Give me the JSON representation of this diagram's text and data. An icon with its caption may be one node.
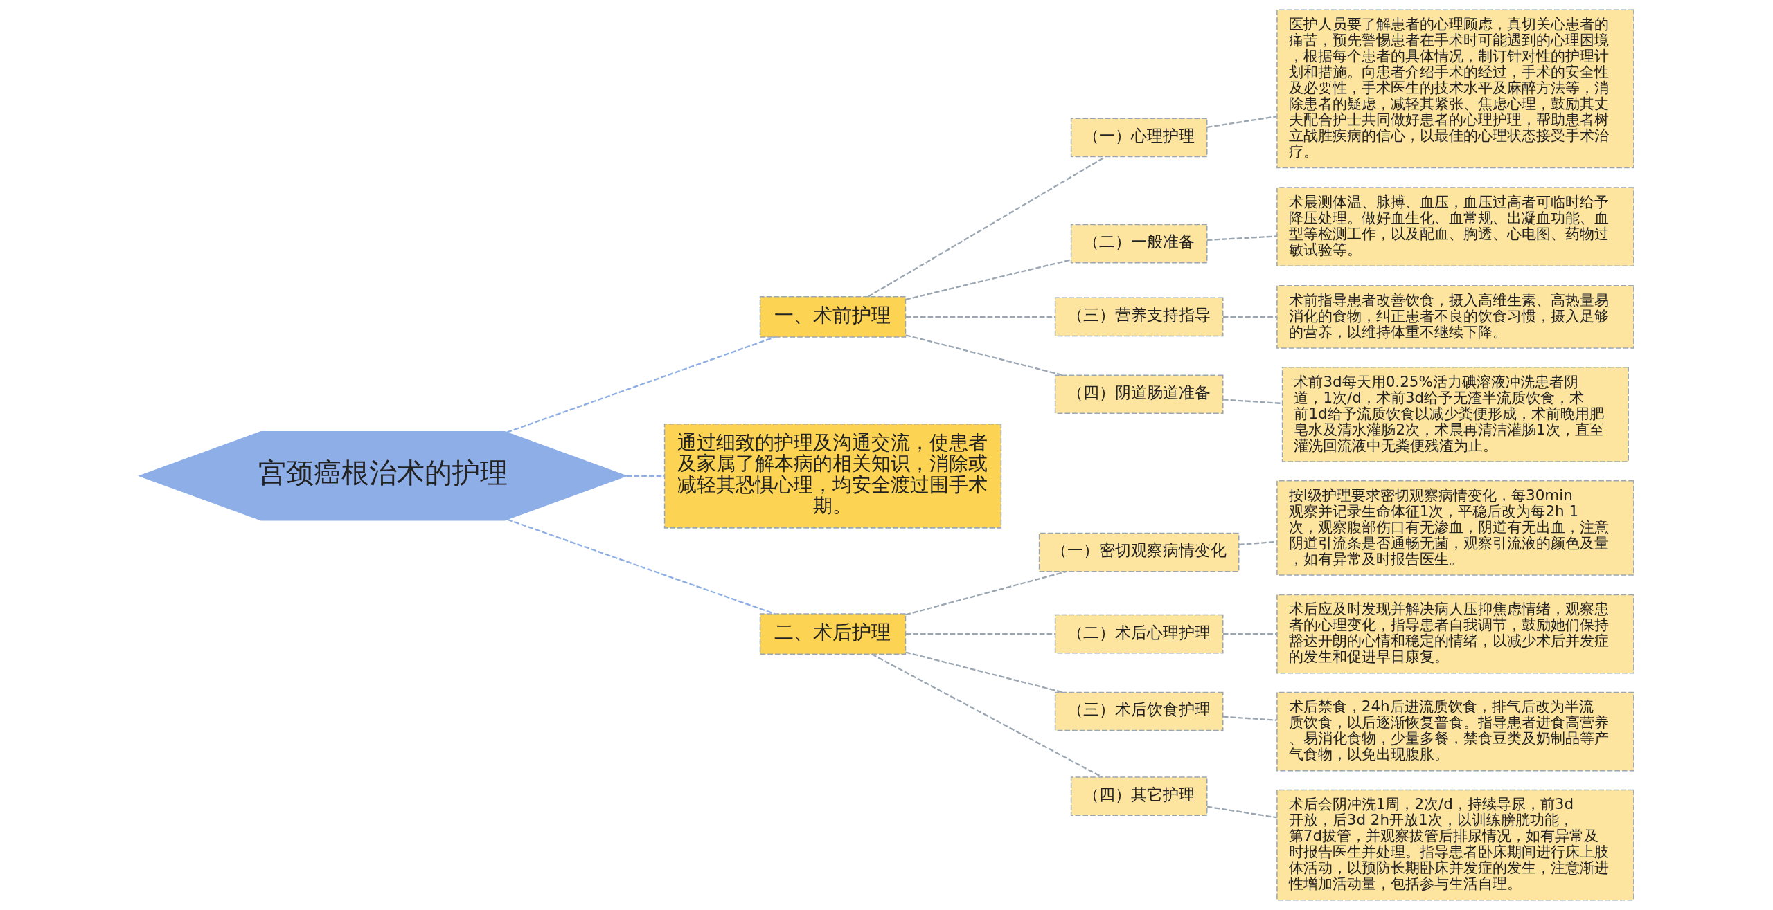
{
  "diagram": {
    "nodes": [
      {
        "text": [
          "宫颈癌根治术的护理"
        ]
      },
      {
        "text": [
          "一、术前护理"
        ]
      },
      {
        "text": [
          "（一）心理护理"
        ]
      },
      {
        "text": [
          "医护人员要了解患者的心理顾虑，真切关心患者的痛苦，预先警惕患者在手术时可能遇到的心理困境，根据每个患者的具体情况，制订针对性的护理计划和措施。向患者介绍手术的经过，手术的安全性及必要性，手术医生的技术水平及麻醉方法等，消除患者的疑虑，减轻其紧张、焦虑心理，鼓励其丈夫配合护士共同做好患者的心理护理，帮助患者树立战胜疾病的信心，以最佳的心理状态接受手术治疗。"
        ]
      },
      {
        "text": [
          "（二）一般准备"
        ]
      },
      {
        "text": [
          "术晨测体温、脉搏、血压，血压过高者可临时给予降压处理。做好血生化、血常规、出凝血功能、血型等检测工作，以及配血、胸透、心电图、药物过敏试验等。"
        ]
      },
      {
        "text": [
          "（三）营养支持指导"
        ]
      },
      {
        "text": [
          "术前指导患者改善饮食，摄入高维生素、高热量易消化的食物，纠正患者不良的饮食习惯，摄入足够的营养，以维持体重不继续下降。"
        ]
      },
      {
        "text": [
          "（四）阴道肠道准备"
        ]
      },
      {
        "text": [
          "术前3d每天用0.25%活力碘溶液冲洗患者阴道，1次/d，术前3d给予无渣半流质饮食，术前1d给予流质饮食以减少粪便形成，术前晚用肥皂水及清水灌肠2次，术晨再清洁灌肠1次，直至灌洗回流液中无粪便残渣为止。"
        ]
      },
      {
        "text": [
          "通过细致的护理及沟通交流，使患者及家属了解本病的相关知识，消除或减轻其恐惧心理，均安全渡过围手术期。"
        ]
      },
      {
        "text": [
          "二、术后护理"
        ]
      },
      {
        "text": [
          "（一）密切观察病情变化"
        ]
      },
      {
        "text": [
          "按Ⅰ级护理要求密切观察病情变化，每30min观察并记录生命体征1次，平稳后改为每2h 1次，观察腹部伤口有无渗血，阴道有无出血，注意阴道引流条是否通畅无菌，观察引流液的颜色及量，如有异常及时报告医生。"
        ]
      },
      {
        "text": [
          "（二）术后心理护理"
        ]
      },
      {
        "text": [
          "术后应及时发现并解决病人压抑焦虑情绪，观察患者的心理变化，指导患者自我调节，鼓励她们保持豁达开朗的心情和稳定的情绪，以减少术后并发症的发生和促进早日康复。"
        ]
      },
      {
        "text": [
          "（三）术后饮食护理"
        ]
      },
      {
        "text": [
          "术后禁食，24h后进流质饮食，排气后改为半流质饮食，以后逐渐恢复普食。指导患者进食高营养、易消化食物，少量多餐，禁食豆类及奶制品等产气食物，以免出现腹胀。"
        ]
      },
      {
        "text": [
          "（四）其它护理"
        ]
      },
      {
        "text": [
          "术后会阴冲洗1周，2次/d，持续导尿，前3d开放，后3d 2h开放1次，以训练膀胱功能，第7d拔管，并观察拔管后排尿情况，如有异常及时报告医生并处理。指导患者卧床期间进行床上肢体活动，以预防长期卧床并发症的发生，注意渐进性增加活动量，包括参与生活自理。"
        ]
      }
    ],
    "edges": [
      {
        "from": 0,
        "to": 1,
        "arrow": "none",
        "style": "dashed",
        "color": "#8eaee6"
      },
      {
        "from": 1,
        "to": 2,
        "arrow": "none",
        "style": "dashed"
      },
      {
        "from": 2,
        "to": 3,
        "arrow": "none",
        "style": "dashed"
      },
      {
        "from": 1,
        "to": 4,
        "arrow": "none",
        "style": "dashed"
      },
      {
        "from": 4,
        "to": 5,
        "arrow": "none",
        "style": "dashed"
      },
      {
        "from": 1,
        "to": 6,
        "arrow": "none",
        "style": "dashed"
      },
      {
        "from": 6,
        "to": 7,
        "arrow": "none",
        "style": "dashed"
      },
      {
        "from": 1,
        "to": 8,
        "arrow": "none",
        "style": "dashed"
      },
      {
        "from": 8,
        "to": 9,
        "arrow": "none",
        "style": "dashed"
      },
      {
        "from": 0,
        "to": 10,
        "arrow": "none",
        "style": "dashed",
        "color": "#8eaee6"
      },
      {
        "from": 0,
        "to": 11,
        "arrow": "none",
        "style": "dashed",
        "color": "#8eaee6"
      },
      {
        "from": 11,
        "to": 12,
        "arrow": "none",
        "style": "dashed"
      },
      {
        "from": 12,
        "to": 13,
        "arrow": "none",
        "style": "dashed"
      },
      {
        "from": 11,
        "to": 14,
        "arrow": "none",
        "style": "dashed"
      },
      {
        "from": 14,
        "to": 15,
        "arrow": "none",
        "style": "dashed"
      },
      {
        "from": 11,
        "to": 16,
        "arrow": "none",
        "style": "dashed"
      },
      {
        "from": 16,
        "to": 17,
        "arrow": "none",
        "style": "dashed"
      },
      {
        "from": 11,
        "to": 18,
        "arrow": "none",
        "style": "dashed"
      },
      {
        "from": 18,
        "to": 19,
        "arrow": "none",
        "style": "dashed"
      }
    ]
  }
}
